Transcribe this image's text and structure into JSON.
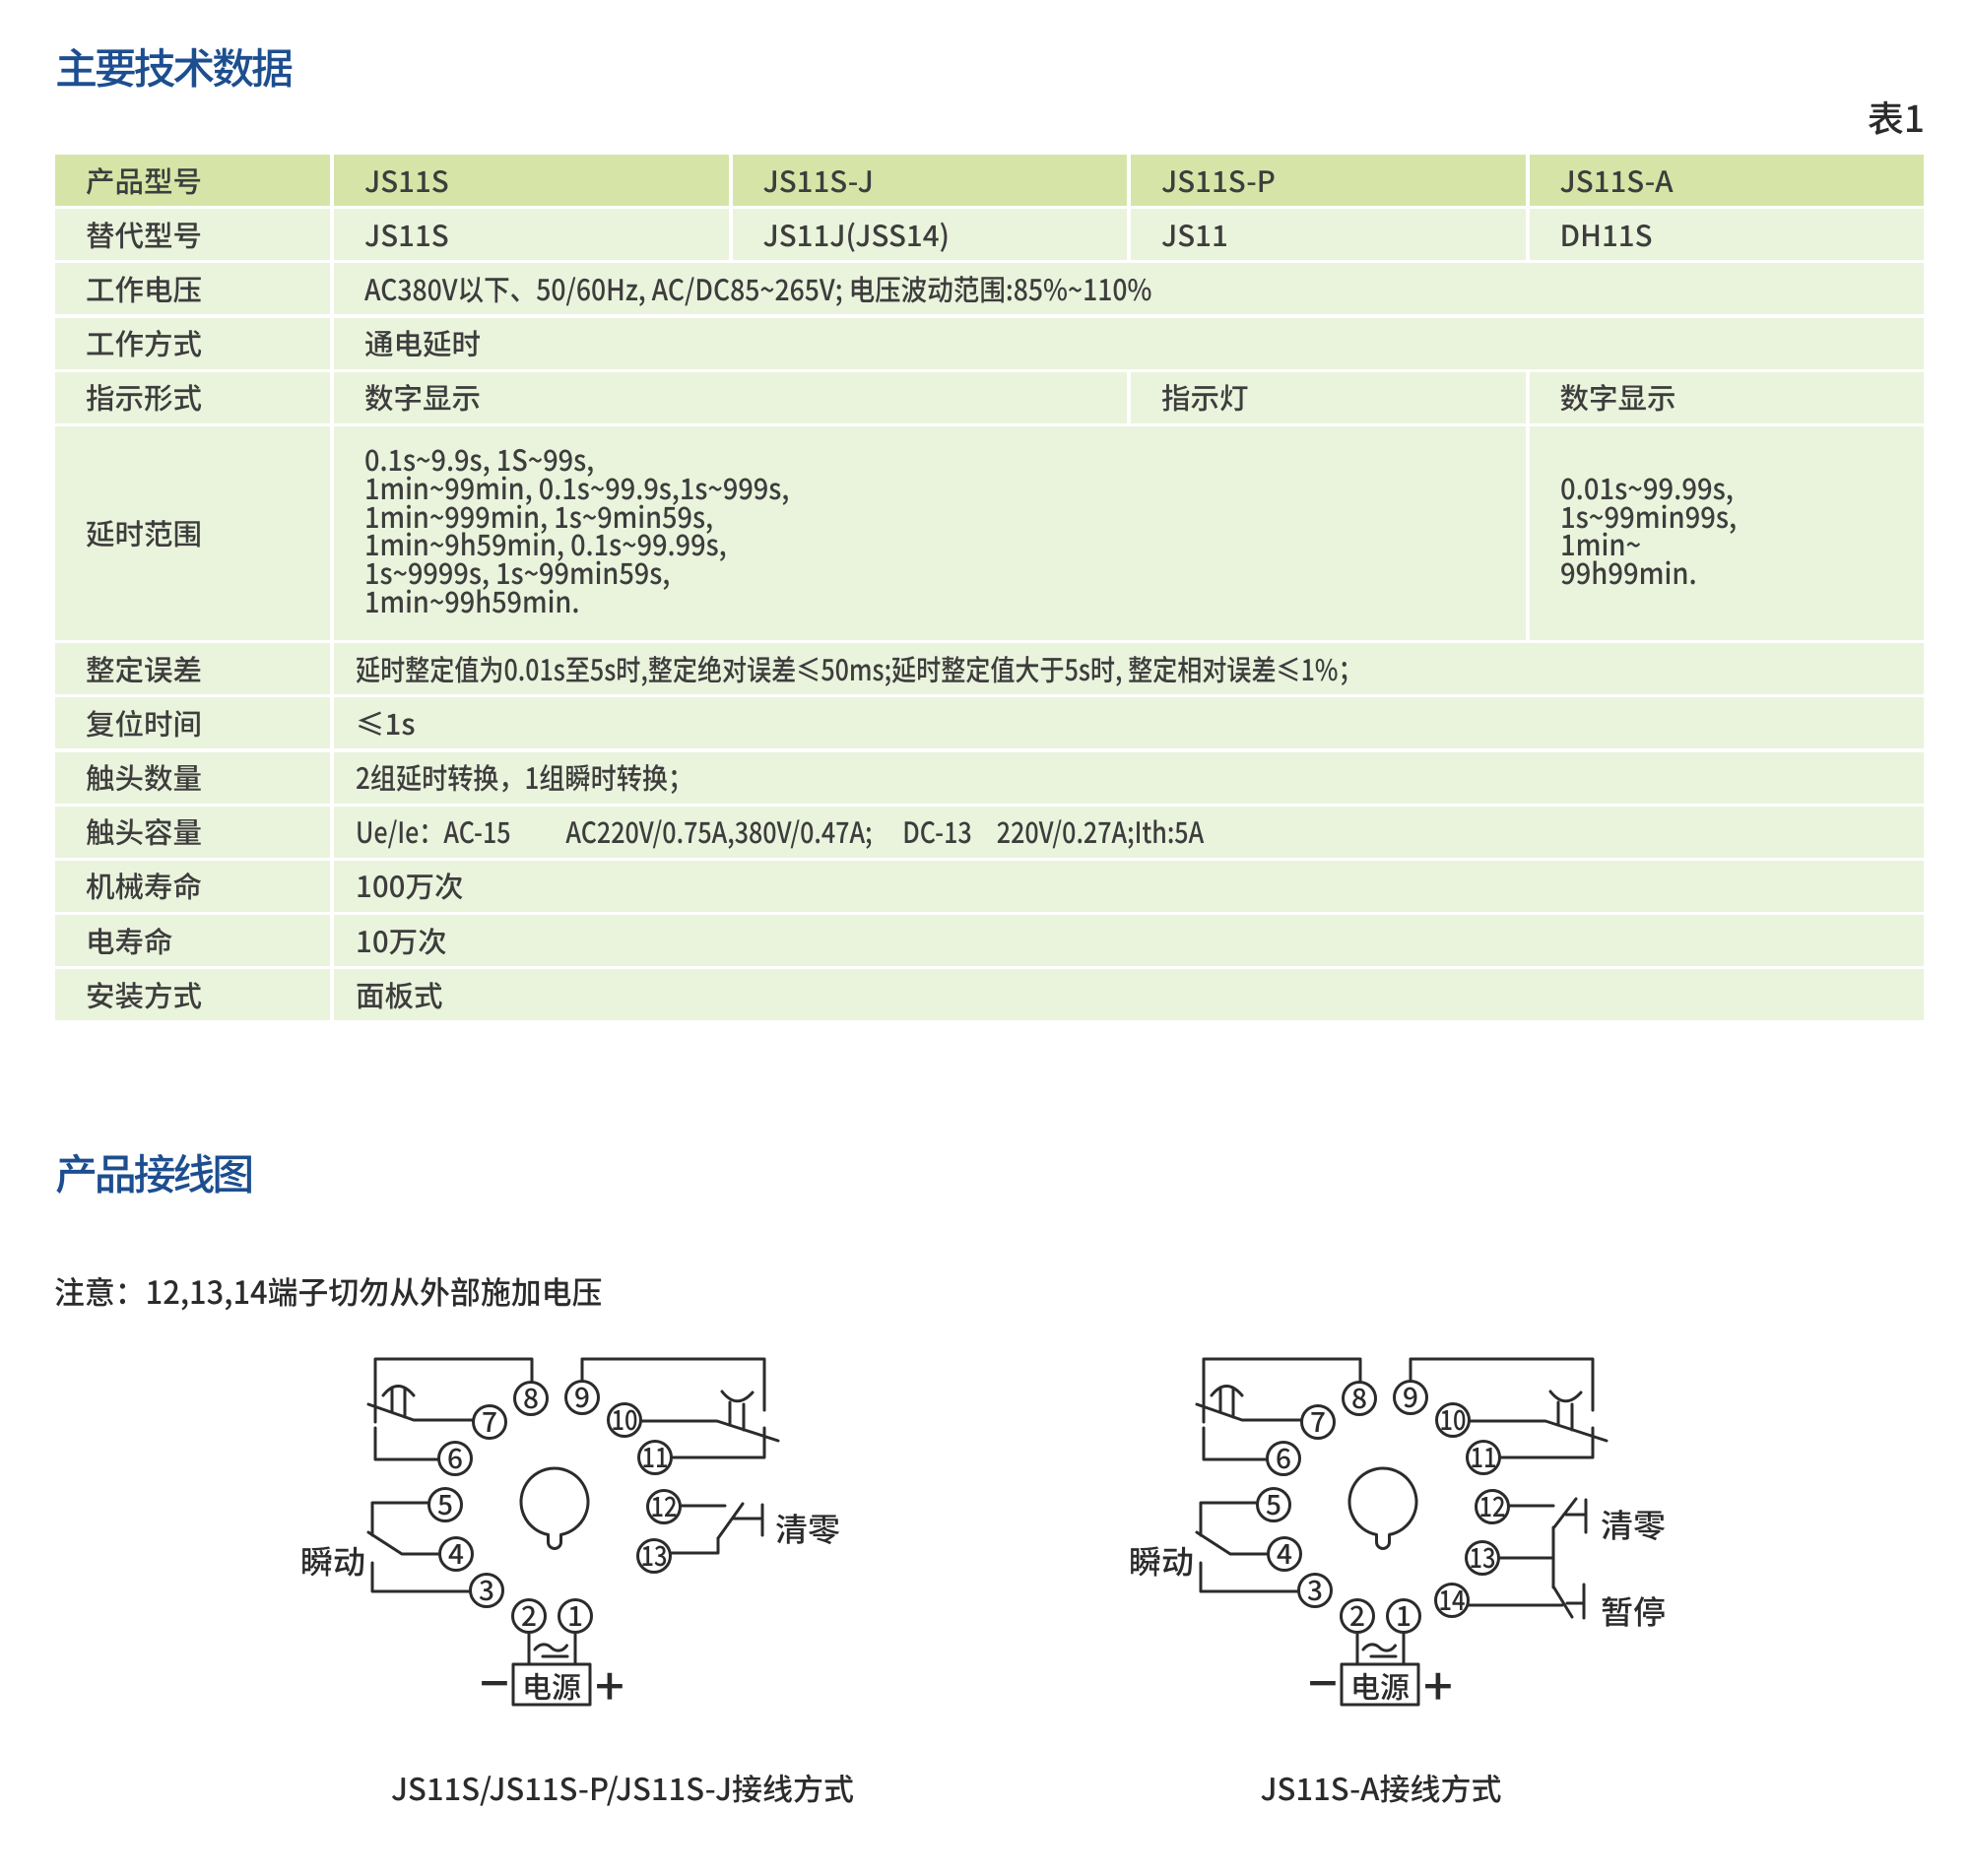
{
  "page": {
    "section1_title": "主要技术数据",
    "table_tag": "表1",
    "section2_title": "产品接线图",
    "note": "注意：12,13,14端子切勿从外部施加电压"
  },
  "colors": {
    "title_blue": "#1d4e8f",
    "header_green": "#d6e5a7",
    "row_green": "#eaf3dc",
    "table_text": "#3d3d3d",
    "ink": "#2b2b2b"
  },
  "table": {
    "rows": [
      {
        "label": "产品型号",
        "cells": [
          "JS11S",
          "JS11S-J",
          "JS11S-P",
          "JS11S-A"
        ]
      },
      {
        "label": "替代型号",
        "cells": [
          "JS11S",
          "JS11J(JSS14)",
          "JS11",
          "DH11S"
        ]
      },
      {
        "label": "工作电压",
        "value": "AC380V以下、50/60Hz, AC/DC85~265V; 电压波动范围:85%~110%"
      },
      {
        "label": "工作方式",
        "value": "通电延时"
      },
      {
        "label": "指示形式",
        "cells": [
          "数字显示",
          "指示灯",
          "数字显示"
        ]
      },
      {
        "label": "延时范围",
        "main_lines": [
          "0.1s~9.9s, 1S~99s,",
          "1min~99min, 0.1s~99.9s,1s~999s,",
          "1min~999min, 1s~9min59s,",
          "1min~9h59min, 0.1s~99.99s,",
          "1s~9999s, 1s~99min59s,",
          "1min~99h59min."
        ],
        "last_lines": [
          "0.01s~99.99s,",
          "1s~99min99s,",
          "1min~",
          "99h99min."
        ]
      },
      {
        "label": "整定误差",
        "value": "延时整定值为0.01s至5s时,整定绝对误差≤50ms;延时整定值大于5s时, 整定相对误差≤1%；"
      },
      {
        "label": "复位时间",
        "value": "≤1s"
      },
      {
        "label": "触头数量",
        "value": "2组延时转换，1组瞬时转换；"
      },
      {
        "label": "触头容量",
        "value": "Ue/Ie：AC-15　　 AC220V/0.75A,380V/0.47A;　 DC-13　220V/0.27A;Ith:5A"
      },
      {
        "label": "机械寿命",
        "value": "100万次"
      },
      {
        "label": "电寿命",
        "value": "10万次"
      },
      {
        "label": "安装方式",
        "value": "面板式"
      }
    ]
  },
  "diagrams": {
    "left": {
      "pins": [
        "1",
        "2",
        "3",
        "4",
        "5",
        "6",
        "7",
        "8",
        "9",
        "10",
        "11",
        "12",
        "13"
      ],
      "instant_label": "瞬动",
      "reset_label": "清零",
      "power_label": "电源",
      "minus": "−",
      "plus": "+",
      "caption": "JS11S/JS11S-P/JS11S-J接线方式"
    },
    "right": {
      "pins": [
        "1",
        "2",
        "3",
        "4",
        "5",
        "6",
        "7",
        "8",
        "9",
        "10",
        "11",
        "12",
        "13",
        "14"
      ],
      "instant_label": "瞬动",
      "reset_label": "清零",
      "pause_label": "暂停",
      "power_label": "电源",
      "minus": "−",
      "plus": "+",
      "caption": "JS11S-A接线方式"
    }
  }
}
